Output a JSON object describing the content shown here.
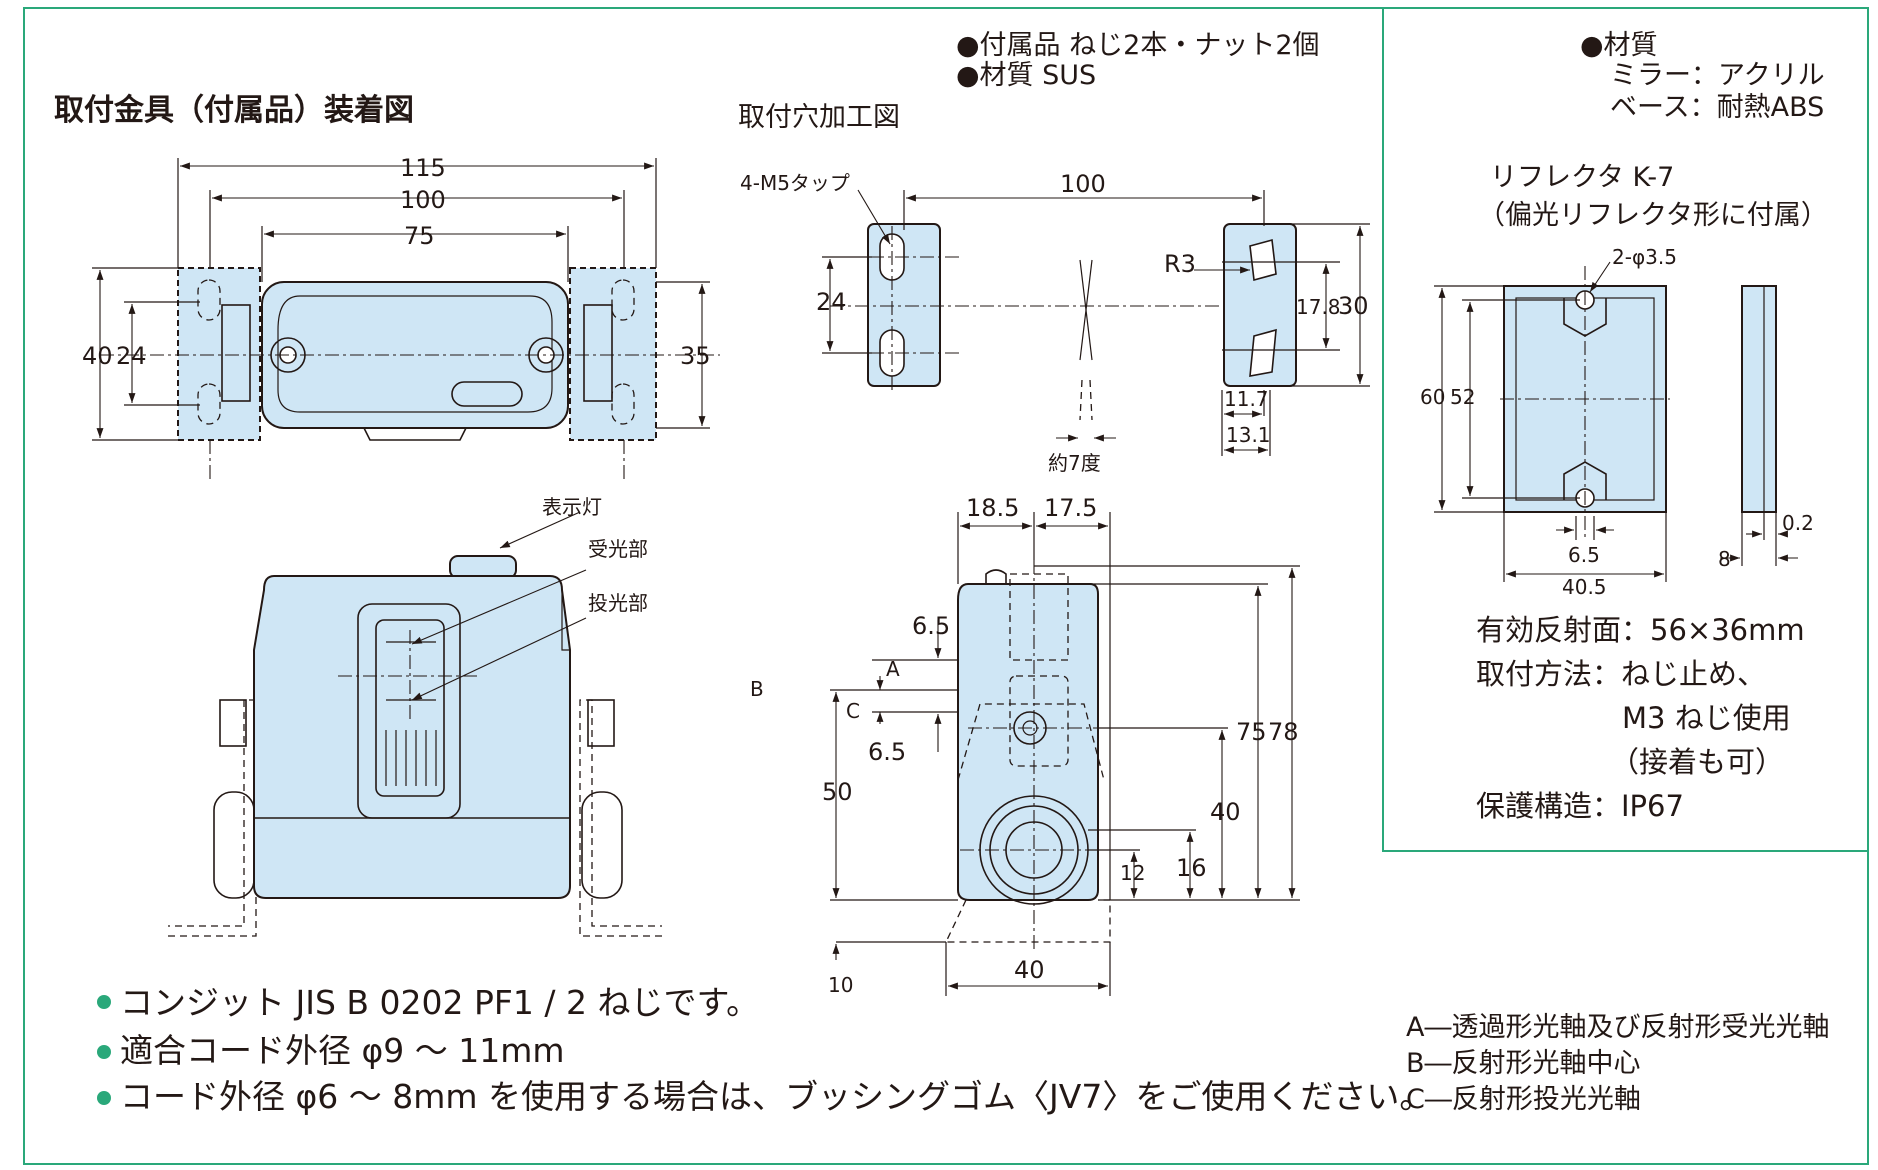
{
  "titles": {
    "mount_bracket": "取付金具（付属品）装着図",
    "hole_drawing": "取付穴加工図",
    "reflector_title": "リフレクタ K-7",
    "reflector_subtitle": "（偏光リフレクタ形に付属）"
  },
  "accessory_notes": [
    "●付属品 ねじ2本・ナット2個",
    "●材質 SUS"
  ],
  "reflector_material": {
    "heading": "●材質",
    "mirror": "ミラー：アクリル",
    "base": "ベース：耐熱ABS"
  },
  "labels": {
    "tap": "4-M5タップ",
    "r3": "R3",
    "approx_angle": "約7度",
    "indicator": "表示灯",
    "receiver": "受光部",
    "emitter": "投光部",
    "phi35": "2-φ3.5",
    "A": "A",
    "B": "B",
    "C": "C"
  },
  "dimensions": {
    "bracket": {
      "d115": "115",
      "d100": "100",
      "d75": "75",
      "d40": "40",
      "d24": "24",
      "d35": "35"
    },
    "holes": {
      "d100": "100",
      "d24": "24",
      "d17_8": "17.8",
      "d30": "30",
      "d11_7": "11.7",
      "d13_1": "13.1"
    },
    "side": {
      "d18_5": "18.5",
      "d17_5": "17.5",
      "d6_5a": "6.5",
      "d6_5b": "6.5",
      "d50": "50",
      "d75": "75",
      "d78": "78",
      "d40h": "40",
      "d12": "12",
      "d16": "16",
      "d10": "10",
      "d40w": "40"
    },
    "reflector": {
      "d60": "60",
      "d52": "52",
      "d6_5": "6.5",
      "d40_5": "40.5",
      "d8": "8",
      "d0_2": "0.2"
    }
  },
  "reflector_specs": [
    "有効反射面：56×36mm",
    "取付方法：ねじ止め、",
    "M3 ねじ使用",
    "（接着も可）",
    "保護構造：IP67"
  ],
  "bullets": [
    "コンジット JIS B 0202 PF1 / 2 ねじです。",
    "適合コード外径 φ9 ～ 11mm",
    "コード外径 φ6 ～ 8mm を使用する場合は、ブッシングゴム〈JV7〉をご使用ください。"
  ],
  "legend": [
    "A―透過形光軸及び反射形受光光軸",
    "B―反射形光軸中心",
    "C―反射形投光光軸"
  ],
  "colors": {
    "frame": "#2aa87a",
    "body_fill": "#cfe6f5",
    "line": "#231815"
  }
}
